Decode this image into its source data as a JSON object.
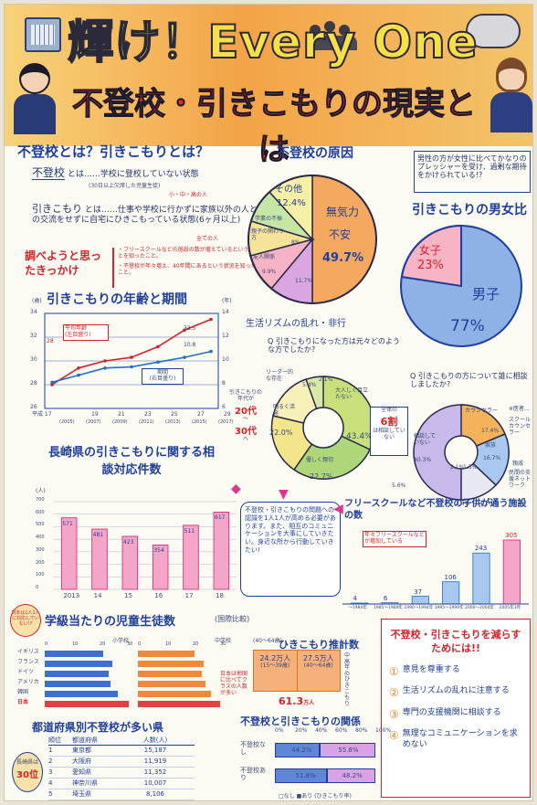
{
  "header": {
    "title": "輝け！Every One",
    "subtitle": "不登校・引きこもりの現実とは"
  },
  "definitions": {
    "heading": "不登校とは？引きこもりとは？",
    "futoko_term": "不登校",
    "futoko_text": "とは……学校に登校していない状態",
    "futoko_note": "(30日以上欠席した児童生徒)",
    "futoko_note2": "小・中・高の人",
    "hikikomori_term": "引きこもり",
    "hikikomori_text": "とは……仕事や学校に行かずに家族以外の人との交流をせずに自宅にひきこもっている状態(6ヶ月以上)",
    "hikikomori_note": "全ての人"
  },
  "motivation": {
    "label": "調べようと思ったきっかけ",
    "line1": "・フリースクールなどの施設の数が増えているということを知ったこと。",
    "line2": "・不登校が年々増え、40年間にあるという状況を知ったこと。"
  },
  "pie_causes": {
    "title": "不登校の原因",
    "footer": "生活リズムの乱れ・非行",
    "labels": [
      "無気力",
      "不安",
      "49.7%",
      "その他",
      "12.4%",
      "学業の不振",
      "親子の関わり方",
      "友人関係",
      "8%",
      "9.9%",
      "11.7%"
    ]
  },
  "note_gender": {
    "text": "男性の方が女性に比べてかなりのプレッシャーを受け、過剰な期待をかけられている!?"
  },
  "gender": {
    "title": "引きこもりの男女比",
    "female_label": "女子",
    "female_pct": "23%",
    "male_label": "男子",
    "male_pct": "77%"
  },
  "age_chart": {
    "title": "引きこもりの年齢と期間",
    "y_left_unit": "(歳)",
    "y_right_unit": "(年)",
    "left_ticks": [
      "34",
      "32",
      "30",
      "28",
      "26"
    ],
    "right_ticks": [
      "14",
      "12",
      "10",
      "8",
      "6"
    ],
    "x_ticks": [
      "平成 17",
      "19",
      "21",
      "23",
      "25",
      "27",
      "29"
    ],
    "x_sub": [
      "(2005)",
      "(2007)",
      "(2009)",
      "(2011)",
      "(2013)",
      "(2015)",
      "(2017)"
    ],
    "age_label": "平均年齢",
    "age_sub": "(左目盛り)",
    "age_end": "33.5",
    "period_label": "期間",
    "period_sub": "(右目盛り)",
    "period_end": "10.8",
    "start_val": "28"
  },
  "age_note": {
    "line1": "引きこもりの年代が",
    "line2": "20代",
    "line3": "〜",
    "line4": "30代",
    "line5": "へ"
  },
  "q1": {
    "question": "Q 引きこもりになった方は元々どのような方でしたか?",
    "labels": [
      "リーダー的な存在",
      "5.4%",
      "2.1%",
      "明るく活発",
      "22.0%",
      "大人しく目立たない",
      "43.4%",
      "優しく親切",
      "22.7%"
    ]
  },
  "q2": {
    "question": "Q 引きこもりの方について誰に相談しましたか?",
    "labels": [
      "全体の",
      "6割",
      "は相談していない",
      "相談していない",
      "40.3%",
      "カウンセラー",
      "17.4%",
      "家族",
      "16.7%",
      "親戚",
      "民間の支援ネットワーク",
      "5.6%",
      "3.4%",
      "4.2%",
      "2.1%",
      "1.3%",
      "※医者…",
      "スクールカウンセラー"
    ]
  },
  "consult": {
    "title": "長崎県の引きこもりに関する相談対応件数",
    "unit": "(人)",
    "y_ticks": [
      "700",
      "600",
      "500",
      "400",
      "300",
      "200",
      "100",
      "0"
    ],
    "note": "不登校・引きこもりの問題への認識を1人1人が高める必要があります。また、相互のコミュニケーションを大事にしていきたい。身近な所から行動していきたい!"
  },
  "chart_data": [
    {
      "type": "bar",
      "title": "長崎県の引きこもりに関する相談対応件数",
      "ylabel": "(人)",
      "categories": [
        "2013",
        "14",
        "15",
        "16",
        "17",
        "18"
      ],
      "values": [
        571,
        481,
        423,
        354,
        511,
        617
      ],
      "ylim": [
        0,
        700
      ]
    },
    {
      "type": "bar",
      "title": "フリースクールなど不登校の子供が通う施設の数",
      "categories": [
        "〜1984年",
        "1985〜1989年",
        "1990〜1994年",
        "1995〜1999年",
        "2000〜2004年",
        "2005年3月"
      ],
      "values": [
        4,
        6,
        37,
        106,
        243,
        305
      ]
    },
    {
      "type": "line",
      "title": "引きこもりの年齢と期間",
      "x": [
        "平成17",
        "19",
        "21",
        "23",
        "25",
        "27",
        "29"
      ],
      "series": [
        {
          "name": "平均年齢",
          "values": [
            28,
            29.4,
            30,
            30.3,
            31.2,
            32.6,
            33.5
          ]
        },
        {
          "name": "期間",
          "values": [
            8.2,
            8.8,
            9.4,
            9.5,
            9.9,
            10.3,
            10.8
          ]
        }
      ]
    }
  ],
  "free_school": {
    "title": "フリースクールなど不登校の子供が通う施設の数",
    "note": "年々フリースクールなどが増加している",
    "x_labels": [
      "〜1984年",
      "1990年〜1994年",
      "1995年〜1999年",
      "2000年〜2004年",
      "2005年3月"
    ]
  },
  "class_stats": {
    "title": "学級当たりの児童生徒数",
    "subtitle": "(国際比較)",
    "left_head": "小学校",
    "right_head": "中学校",
    "countries": [
      "イギリス",
      "フランス",
      "ドイツ",
      "アメリカ",
      "韓国",
      "日本"
    ],
    "japan_note": "日本は他国に比べてクラスの人数が多い",
    "axis": [
      "0",
      "10",
      "20",
      "30"
    ]
  },
  "badge": {
    "text": "日本は1人1人に対応していない!?"
  },
  "estimate": {
    "title": "ひきこもり推計数",
    "range": "(40〜64歳)",
    "v1": "24.2万人",
    "v1_note": "(15〜39歳)",
    "v2": "27.5万人",
    "v2_note": "(40〜64歳)",
    "total": "61.3",
    "unit": "万人",
    "side": "中高年のひきこもり"
  },
  "reduce": {
    "title": "不登校・引きこもりを減らすためには!!",
    "items": [
      "意見を尊重する",
      "生活リズムの乱れに注意する",
      "専門の支援機関に相談する",
      "無理なコミュニケーションを求めない"
    ]
  },
  "prefecture": {
    "title": "都道府県別不登校が多い県",
    "head_rank": "順位",
    "head_pref": "都道府県",
    "head_num": "人数(人)",
    "rows": [
      {
        "rank": "1",
        "pref": "東京都",
        "num": "15,187"
      },
      {
        "rank": "2",
        "pref": "大阪府",
        "num": "11,919"
      },
      {
        "rank": "3",
        "pref": "愛知県",
        "num": "11,352"
      },
      {
        "rank": "4",
        "pref": "神奈川県",
        "num": "10,007"
      },
      {
        "rank": "5",
        "pref": "埼玉県",
        "num": "8,106"
      }
    ],
    "nagasaki_label": "長崎県は",
    "nagasaki_rank": "30位"
  },
  "relation": {
    "title": "不登校と引きこもりの関係",
    "axis": [
      "0%",
      "20%",
      "40%",
      "60%",
      "80%",
      "100%"
    ],
    "rows": [
      {
        "label": "不登校なし",
        "a": "44.2%",
        "b": "55.8%"
      },
      {
        "label": "不登校あり",
        "a": "51.8%",
        "b": "48.2%"
      }
    ],
    "legend": "□なし ■あり (ひきこもり率)"
  }
}
